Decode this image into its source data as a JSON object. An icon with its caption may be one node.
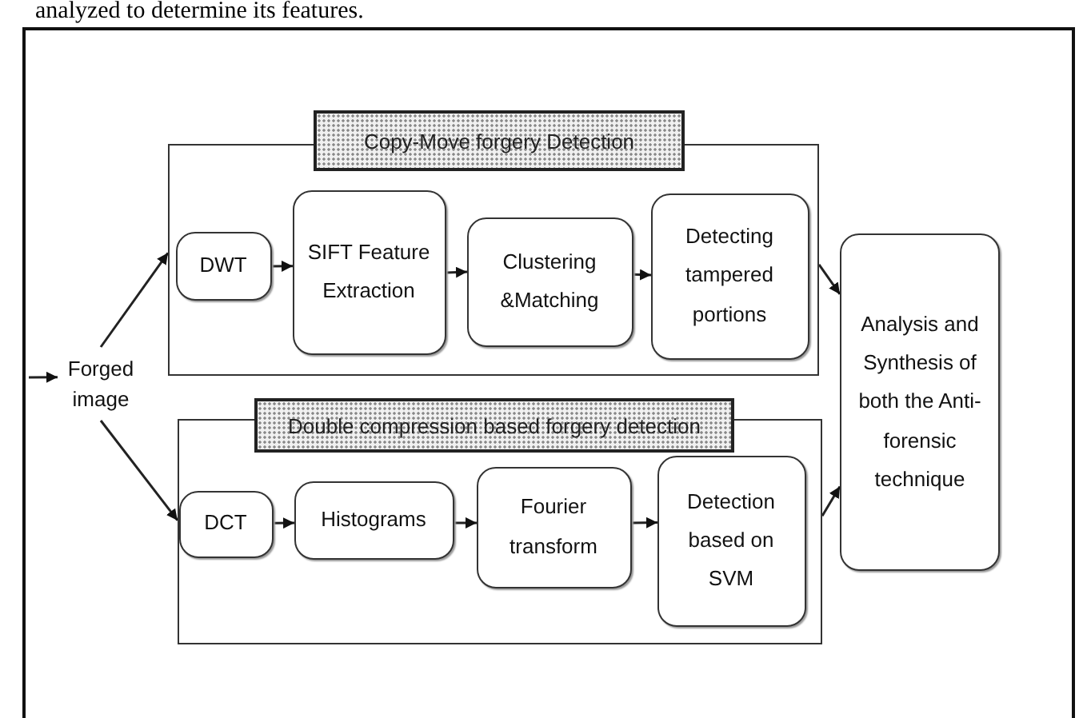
{
  "diagram": {
    "nodes": [
      {
        "text": [
          "Copy-Move forgery Detection"
        ]
      },
      {
        "text": [
          "DWT"
        ],
        "in": 0
      },
      {
        "text": [
          "SIFT Feature Extraction"
        ],
        "in": 0
      },
      {
        "text": [
          "Clustering &Matching"
        ],
        "in": 0
      },
      {
        "text": [
          "Detecting tampered portions"
        ],
        "in": 0
      },
      {
        "text": [
          "Double compression based forgery detection"
        ]
      },
      {
        "text": [
          "DCT"
        ],
        "in": 5
      },
      {
        "text": [
          "Histograms"
        ],
        "in": 5
      },
      {
        "text": [
          "Fourier transform"
        ],
        "in": 5
      },
      {
        "text": [
          "Detection based on SVM"
        ],
        "in": 5
      },
      {
        "text": [
          "Forged image"
        ]
      },
      {
        "text": [
          "Analysis and Synthesis of both the Anti-forensic technique"
        ]
      }
    ],
    "edges": [
      {
        "from": null,
        "to": 10,
        "arrow": "to"
      },
      {
        "from": 10,
        "to": 0,
        "arrow": "to"
      },
      {
        "from": 10,
        "to": 5,
        "arrow": "to"
      },
      {
        "from": 1,
        "to": 2,
        "arrow": "to"
      },
      {
        "from": 2,
        "to": 3,
        "arrow": "to"
      },
      {
        "from": 3,
        "to": 4,
        "arrow": "to"
      },
      {
        "from": 0,
        "to": 11,
        "arrow": "to"
      },
      {
        "from": 5,
        "to": 11,
        "arrow": "to"
      },
      {
        "from": 6,
        "to": 7,
        "arrow": "to"
      },
      {
        "from": 7,
        "to": 8,
        "arrow": "to"
      },
      {
        "from": 8,
        "to": 9,
        "arrow": "to"
      }
    ],
    "labels": [
      "analyzed to determine its features."
    ]
  }
}
